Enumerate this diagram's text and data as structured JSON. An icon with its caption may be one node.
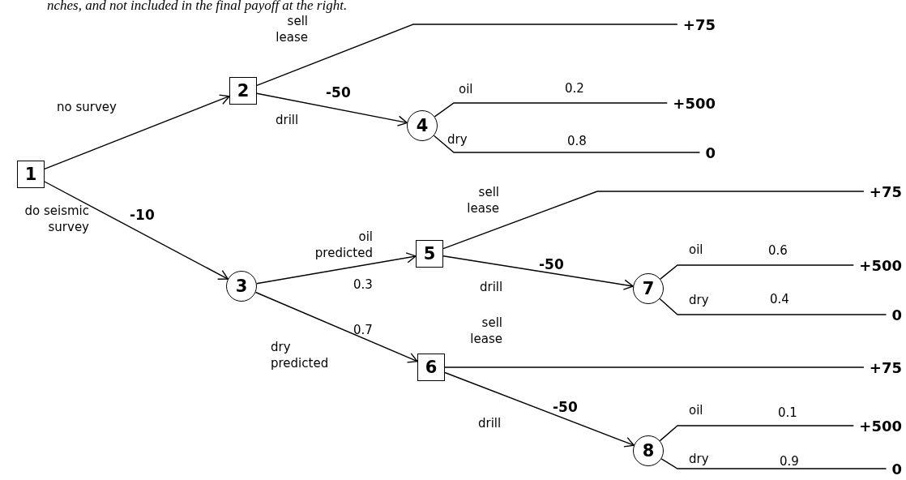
{
  "diagram": {
    "nodes": [
      {
        "text": [
          "1"
        ]
      },
      {
        "text": [
          "2"
        ]
      },
      {
        "text": [
          "3"
        ]
      },
      {
        "text": [
          "4"
        ]
      },
      {
        "text": [
          "5"
        ]
      },
      {
        "text": [
          "6"
        ]
      },
      {
        "text": [
          "7"
        ]
      },
      {
        "text": [
          "8"
        ]
      },
      {
        "text": [
          "+75"
        ]
      },
      {
        "text": [
          "+500"
        ]
      },
      {
        "text": [
          "0"
        ]
      },
      {
        "text": [
          "+75"
        ]
      },
      {
        "text": [
          "+500"
        ]
      },
      {
        "text": [
          "0"
        ]
      },
      {
        "text": [
          "+75"
        ]
      },
      {
        "text": [
          "+500"
        ]
      },
      {
        "text": [
          "0"
        ]
      }
    ],
    "edges": [
      {
        "from": 0,
        "to": 1,
        "arrow": "to",
        "label": "no survey"
      },
      {
        "from": 0,
        "to": 2,
        "arrow": "to",
        "label": "do seismic survey"
      },
      {
        "from": 1,
        "to": 8,
        "arrow": "none",
        "label": "sell lease"
      },
      {
        "from": 1,
        "to": 3,
        "arrow": "to",
        "label": "drill"
      },
      {
        "from": 3,
        "to": 9,
        "arrow": "none",
        "label": "oil"
      },
      {
        "from": 3,
        "to": 10,
        "arrow": "none",
        "label": "dry"
      },
      {
        "from": 2,
        "to": 4,
        "arrow": "to",
        "label": "oil predicted"
      },
      {
        "from": 2,
        "to": 5,
        "arrow": "to",
        "label": "dry predicted"
      },
      {
        "from": 4,
        "to": 11,
        "arrow": "none",
        "label": "sell lease"
      },
      {
        "from": 4,
        "to": 6,
        "arrow": "to",
        "label": "drill"
      },
      {
        "from": 6,
        "to": 12,
        "arrow": "none",
        "label": "oil"
      },
      {
        "from": 6,
        "to": 13,
        "arrow": "none",
        "label": "dry"
      },
      {
        "from": 5,
        "to": 14,
        "arrow": "none",
        "label": "sell lease"
      },
      {
        "from": 5,
        "to": 7,
        "arrow": "to",
        "label": "drill"
      },
      {
        "from": 7,
        "to": 15,
        "arrow": "none",
        "label": "oil"
      },
      {
        "from": 7,
        "to": 16,
        "arrow": "none",
        "label": "dry"
      }
    ],
    "labels": [
      "nches, and not included in the final payoff at the right.",
      "-50",
      "0.2",
      "0.8",
      "-10",
      "0.3",
      "-50",
      "0.6",
      "0.4",
      "0.7",
      "-50",
      "0.1",
      "0.9"
    ]
  }
}
